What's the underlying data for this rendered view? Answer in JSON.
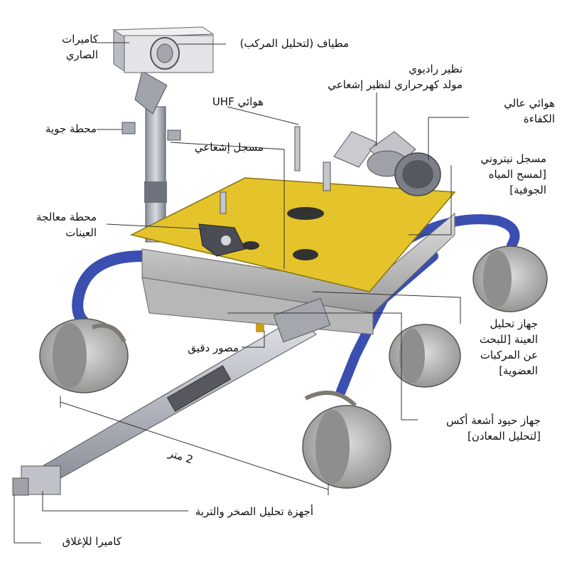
{
  "labels": {
    "mast_cameras": [
      "كاميرات",
      "الصاري"
    ],
    "spectrometer": "مطياف (لتحليل المركب)",
    "rtg": [
      "نظير راديوي",
      "مولد كهرحراري لنظير إشعاعي"
    ],
    "high_gain_antenna": [
      "هوائي عالي",
      "الكفاءة"
    ],
    "uhf_antenna": "هوائي UHF",
    "weather_station": "محطة جوية",
    "radiation_detector": "مسجل إشعاعي",
    "neutron_detector": [
      "مسجل نيتروني",
      "[لمسح المياه",
      "الجوفية]"
    ],
    "sample_processing": [
      "محطة معالجة",
      "العينات"
    ],
    "sample_analysis": [
      "جهاز تحليل",
      "العينة [للبحث",
      "عن المركبات",
      "العضوية]"
    ],
    "micro_imager": "مصور دقيق",
    "xray_diffraction": [
      "جهاز حيود أشعة أكس",
      "[لتحليل المعادن]"
    ],
    "scale": "2 متر",
    "rock_soil_tools": "أجهزة تحليل الصخر والتربة",
    "hazcam": "كاميرا للإغلاق"
  },
  "colors": {
    "deck": "#e4c42a",
    "arm_blue": "#3a4fb0",
    "wheel": "#c9c9c7",
    "body": "#cfcfcf"
  }
}
